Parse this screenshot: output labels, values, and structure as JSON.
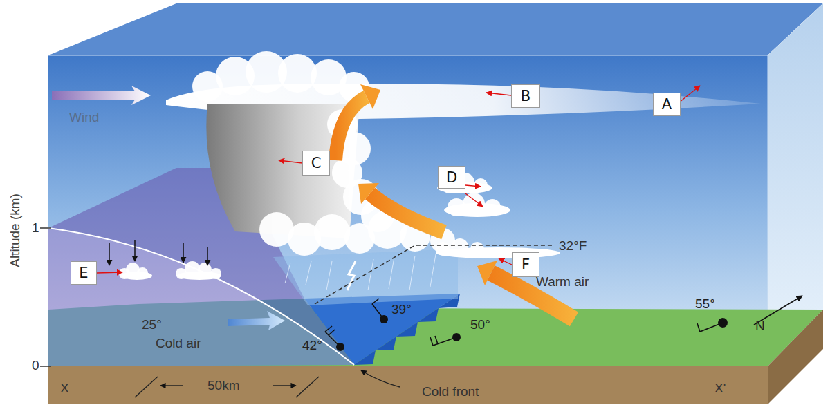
{
  "diagram": {
    "nodes": [
      {
        "text": [
          "B"
        ]
      },
      {
        "text": [
          "A"
        ]
      },
      {
        "text": [
          "C"
        ]
      },
      {
        "text": [
          "D"
        ]
      },
      {
        "text": [
          "F"
        ]
      },
      {
        "text": [
          "E"
        ]
      }
    ],
    "labels": [
      "Wind",
      "Altitude (km)",
      "1",
      "32°F",
      "Warm air",
      "39°",
      "55°",
      "25°",
      "50°",
      "N",
      "Cold air",
      "42°",
      "0",
      "X",
      "50km",
      "Cold front",
      "X'"
    ]
  }
}
